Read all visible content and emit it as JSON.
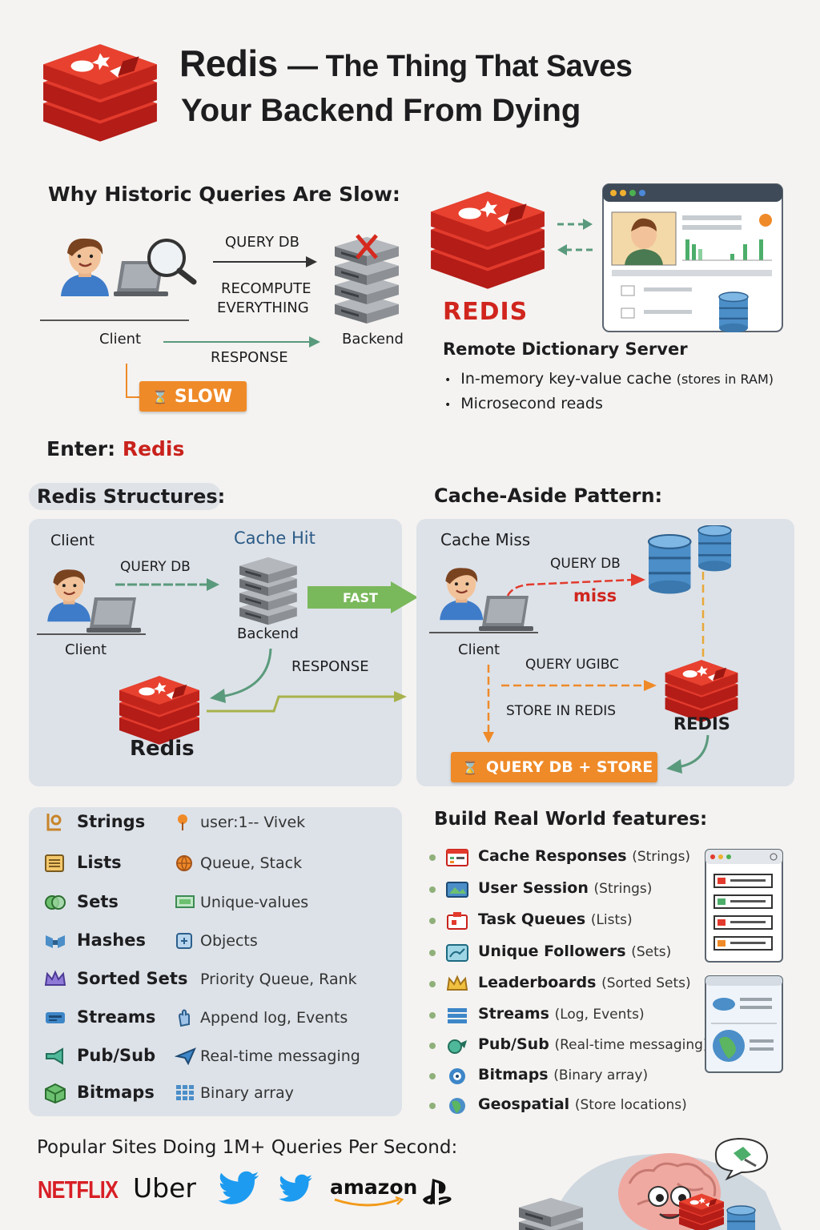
{
  "header": {
    "title_redis": "Redis",
    "title_rest": "— The Thing That Saves",
    "title_line2": "Your Backend From Dying"
  },
  "slow": {
    "heading": "Why Historic Queries Are Slow:",
    "query_db": "QUERY DB",
    "recompute_1": "RECOMPUTE",
    "recompute_2": "EVERYTHING",
    "client": "Client",
    "backend": "Backend",
    "response": "RESPONSE",
    "slow_badge": "SLOW"
  },
  "redis_intro": {
    "logo_text": "REDIS",
    "subtitle": "Remote Dictionary Server",
    "bullet1_main": "In-memory key-value cache",
    "bullet1_note": "(stores in RAM)",
    "bullet2": "Microsecond reads"
  },
  "enter": {
    "prefix": "Enter:",
    "name": "Redis"
  },
  "structures_heading": "Redis Structures:",
  "cache_aside_heading": "Cache-Aside Pattern:",
  "hit_panel": {
    "client_top": "Client",
    "cache_hit": "Cache Hit",
    "query_db": "QUERY DB",
    "client": "Client",
    "backend": "Backend",
    "fast": "FAST",
    "response": "RESPONSE",
    "redis": "Redis"
  },
  "miss_panel": {
    "cache_miss": "Cache Miss",
    "query_db": "QUERY DB",
    "miss": "miss",
    "client": "Client",
    "query_ugibc": "QUERY UGIBC",
    "store": "STORE IN REDIS",
    "redis": "REDIS",
    "badge": "QUERY DB + STORE"
  },
  "structures": [
    {
      "name": "Strings",
      "value": "user:1-- Vivek",
      "icon": "string-icon",
      "vicon": "pin-icon"
    },
    {
      "name": "Lists",
      "value": "Queue, Stack",
      "icon": "list-icon",
      "vicon": "globe-icon"
    },
    {
      "name": "Sets",
      "value": "Unique-values",
      "icon": "sets-icon",
      "vicon": "box-icon"
    },
    {
      "name": "Hashes",
      "value": "Objects",
      "icon": "hash-icon",
      "vicon": "object-icon"
    },
    {
      "name": "Sorted Sets",
      "value": "Priority Queue, Rank",
      "icon": "crown-icon",
      "vicon": ""
    },
    {
      "name": "Streams",
      "value": "Append log, Events",
      "icon": "stream-icon",
      "vicon": "hand-icon"
    },
    {
      "name": "Pub/Sub",
      "value": "Real-time messaging",
      "icon": "megaphone-icon",
      "vicon": "send-icon"
    },
    {
      "name": "Bitmaps",
      "value": "Binary array",
      "icon": "cube-icon",
      "vicon": "grid-icon"
    }
  ],
  "features_heading": "Build Real World features:",
  "features": [
    {
      "name": "Cache Responses",
      "note": "(Strings)"
    },
    {
      "name": "User Session",
      "note": "(Strings)"
    },
    {
      "name": "Task Queues",
      "note": "(Lists)"
    },
    {
      "name": "Unique Followers",
      "note": "(Sets)"
    },
    {
      "name": "Leaderboards",
      "note": "(Sorted Sets)"
    },
    {
      "name": "Streams",
      "note": "(Log, Events)"
    },
    {
      "name": "Pub/Sub",
      "note": "(Real-time messaging)"
    },
    {
      "name": "Bitmaps",
      "note": "(Binary array)"
    },
    {
      "name": "Geospatial",
      "note": "(Store locations)"
    }
  ],
  "popular": {
    "heading": "Popular Sites Doing 1M+ Queries Per Second:",
    "netflix": "NETFLIX",
    "uber": "Uber",
    "amazon": "amazon"
  },
  "colors": {
    "redis_red": "#d82c20",
    "badge_orange": "#ef8a28",
    "arrow_green": "#5a9a7c",
    "panel": "#dde2e8"
  }
}
